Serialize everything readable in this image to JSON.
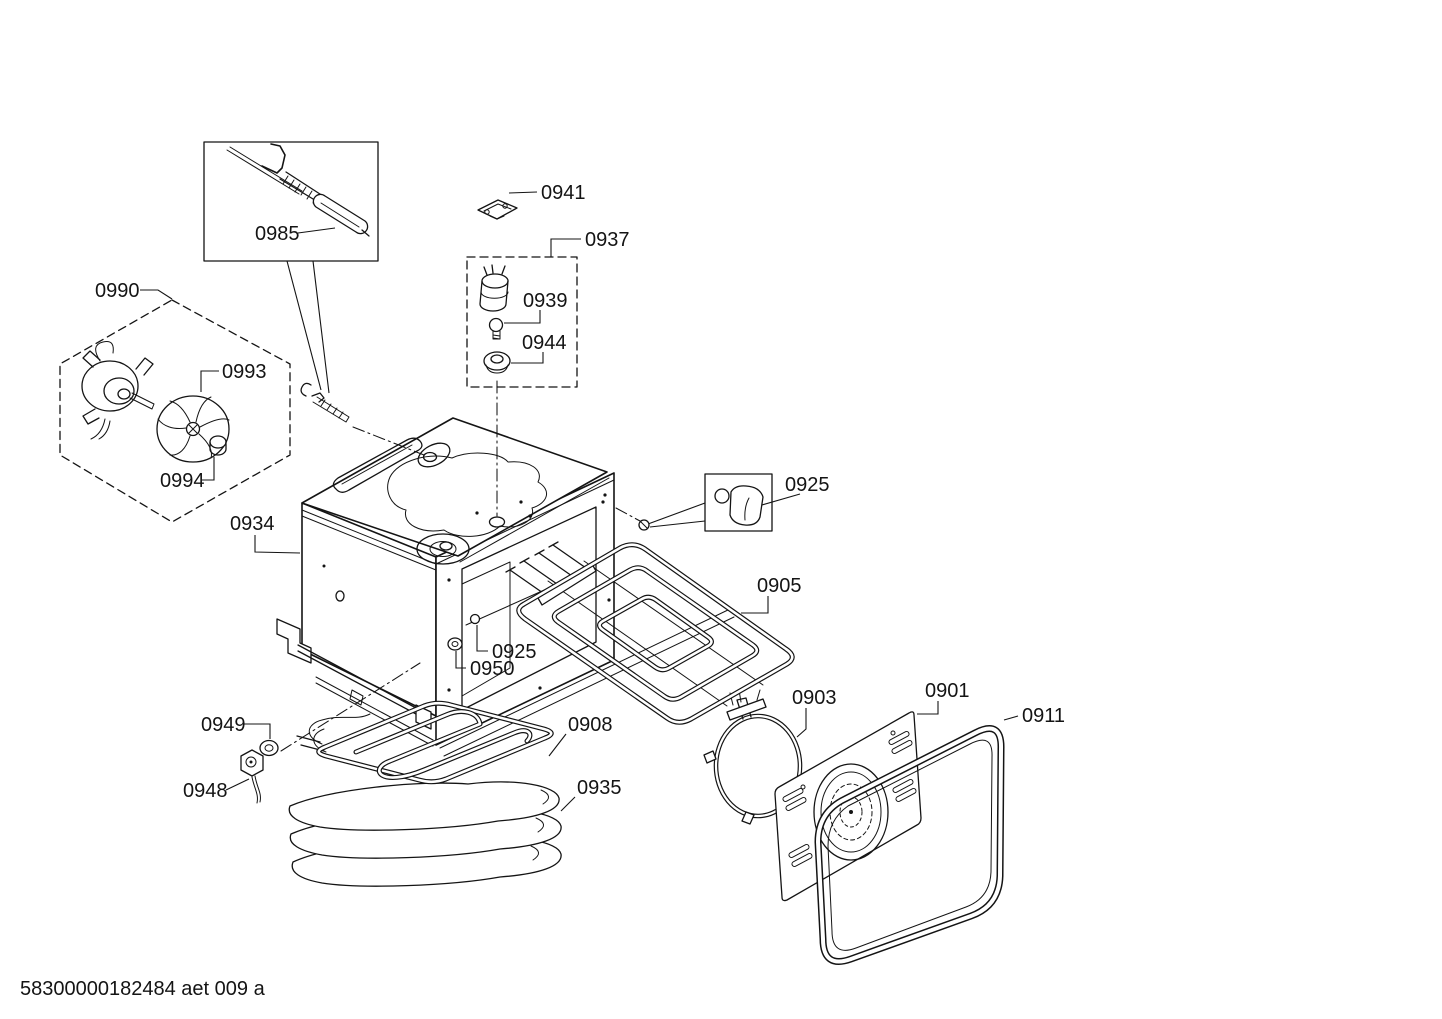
{
  "diagram": {
    "type": "exploded-parts-diagram",
    "footer_code": "58300000182484 aet 009 a",
    "colors": {
      "line": "#141414",
      "background": "#ffffff"
    },
    "parts": {
      "p0985": {
        "label": "0985"
      },
      "p0990": {
        "label": "0990"
      },
      "p0993": {
        "label": "0993"
      },
      "p0994": {
        "label": "0994"
      },
      "p0941": {
        "label": "0941"
      },
      "p0937": {
        "label": "0937"
      },
      "p0939": {
        "label": "0939"
      },
      "p0944": {
        "label": "0944"
      },
      "p0934": {
        "label": "0934"
      },
      "p0925_cap": {
        "label": "0925"
      },
      "p0925_screw": {
        "label": "0925"
      },
      "p0905": {
        "label": "0905"
      },
      "p0950": {
        "label": "0950"
      },
      "p0949": {
        "label": "0949"
      },
      "p0948": {
        "label": "0948"
      },
      "p0908": {
        "label": "0908"
      },
      "p0935": {
        "label": "0935"
      },
      "p0903": {
        "label": "0903"
      },
      "p0901": {
        "label": "0901"
      },
      "p0911": {
        "label": "0911"
      }
    }
  }
}
